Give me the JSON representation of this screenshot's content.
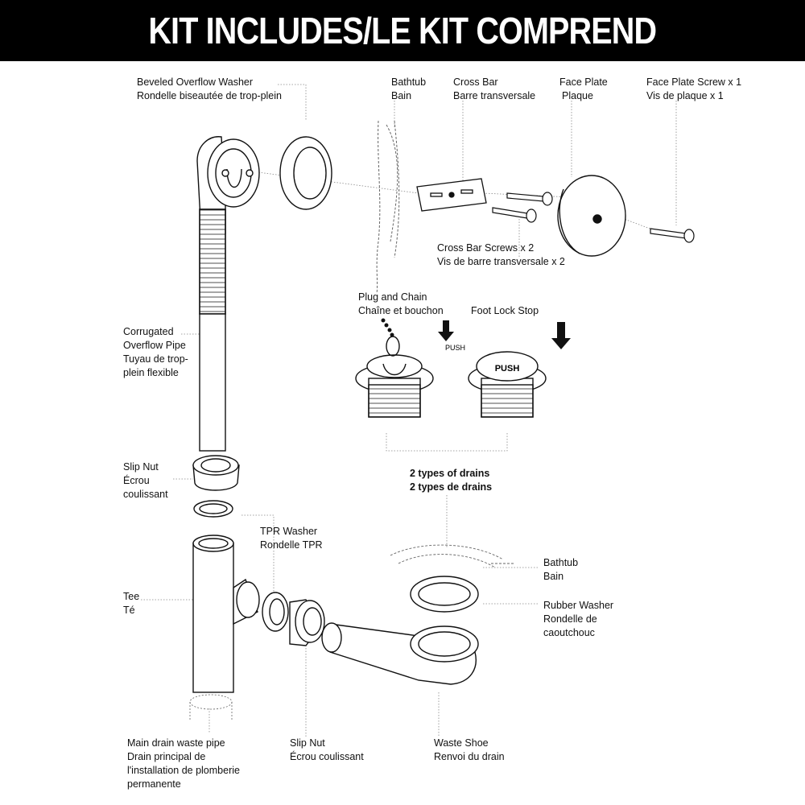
{
  "header": {
    "title": "KIT INCLUDES/LE KIT COMPREND"
  },
  "labels": {
    "beveled_washer": {
      "en": "Beveled Overflow Washer",
      "fr": "Rondelle biseautée de trop-plein"
    },
    "bathtub_top": {
      "en": "Bathtub",
      "fr": "Bain"
    },
    "cross_bar": {
      "en": "Cross Bar",
      "fr": "Barre transversale"
    },
    "face_plate": {
      "en": "Face Plate",
      "fr": "Plaque"
    },
    "face_plate_screw": {
      "en": "Face Plate Screw   x 1",
      "fr": "Vis de plaque x 1"
    },
    "cross_bar_screws": {
      "en": "Cross Bar Screws x 2",
      "fr": "Vis de barre transversale x 2"
    },
    "plug_chain": {
      "en": "Plug and Chain",
      "fr": "Chaîne et bouchon"
    },
    "foot_lock": {
      "en": "Foot Lock Stop"
    },
    "push_small": "PUSH",
    "push_button": "PUSH",
    "drain_types": {
      "en": "2 types of drains",
      "fr": "2 types de drains"
    },
    "corrugated": {
      "l1": "Corrugated",
      "l2": "Overflow Pipe",
      "l3": "Tuyau de trop-",
      "l4": "plein flexible"
    },
    "slip_nut_top": {
      "l1": "Slip Nut",
      "l2": "Écrou",
      "l3": "coulissant"
    },
    "tpr_washer": {
      "en": "TPR Washer",
      "fr": "Rondelle TPR"
    },
    "tee": {
      "en": "Tee",
      "fr": "Té"
    },
    "bathtub_bottom": {
      "en": "Bathtub",
      "fr": "Bain"
    },
    "rubber_washer": {
      "l1": "Rubber Washer",
      "l2": "Rondelle de",
      "l3": "caoutchouc"
    },
    "main_drain": {
      "l1": "Main drain waste pipe",
      "l2": "Drain principal de",
      "l3": "l'installation de plomberie",
      "l4": "permanente"
    },
    "slip_nut_bottom": {
      "en": "Slip Nut",
      "fr": "Écrou coulissant"
    },
    "waste_shoe": {
      "en": "Waste Shoe",
      "fr": "Renvoi du drain"
    }
  },
  "colors": {
    "header_bg": "#000000",
    "header_text": "#ffffff",
    "line": "#111111",
    "leader": "#888888"
  }
}
